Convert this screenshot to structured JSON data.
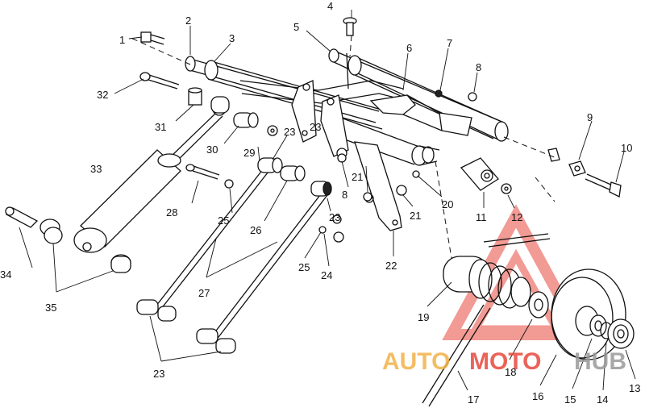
{
  "callouts": [
    "1",
    "2",
    "3",
    "4",
    "5",
    "6",
    "7",
    "8",
    "9",
    "10",
    "11",
    "12",
    "13",
    "14",
    "15",
    "16",
    "17",
    "18",
    "19",
    "20",
    "21",
    "21",
    "22",
    "23",
    "23",
    "23",
    "24",
    "25",
    "25",
    "26",
    "27",
    "28",
    "29",
    "30",
    "31",
    "32",
    "33",
    "34",
    "35",
    "8",
    "23"
  ],
  "watermark": {
    "part1": "AUTO",
    "part2": "MOTO",
    "part3": "HUB",
    "color_red": "#e8483d",
    "color_gold": "#f2b24a",
    "color_gray": "#9a9a9a"
  }
}
